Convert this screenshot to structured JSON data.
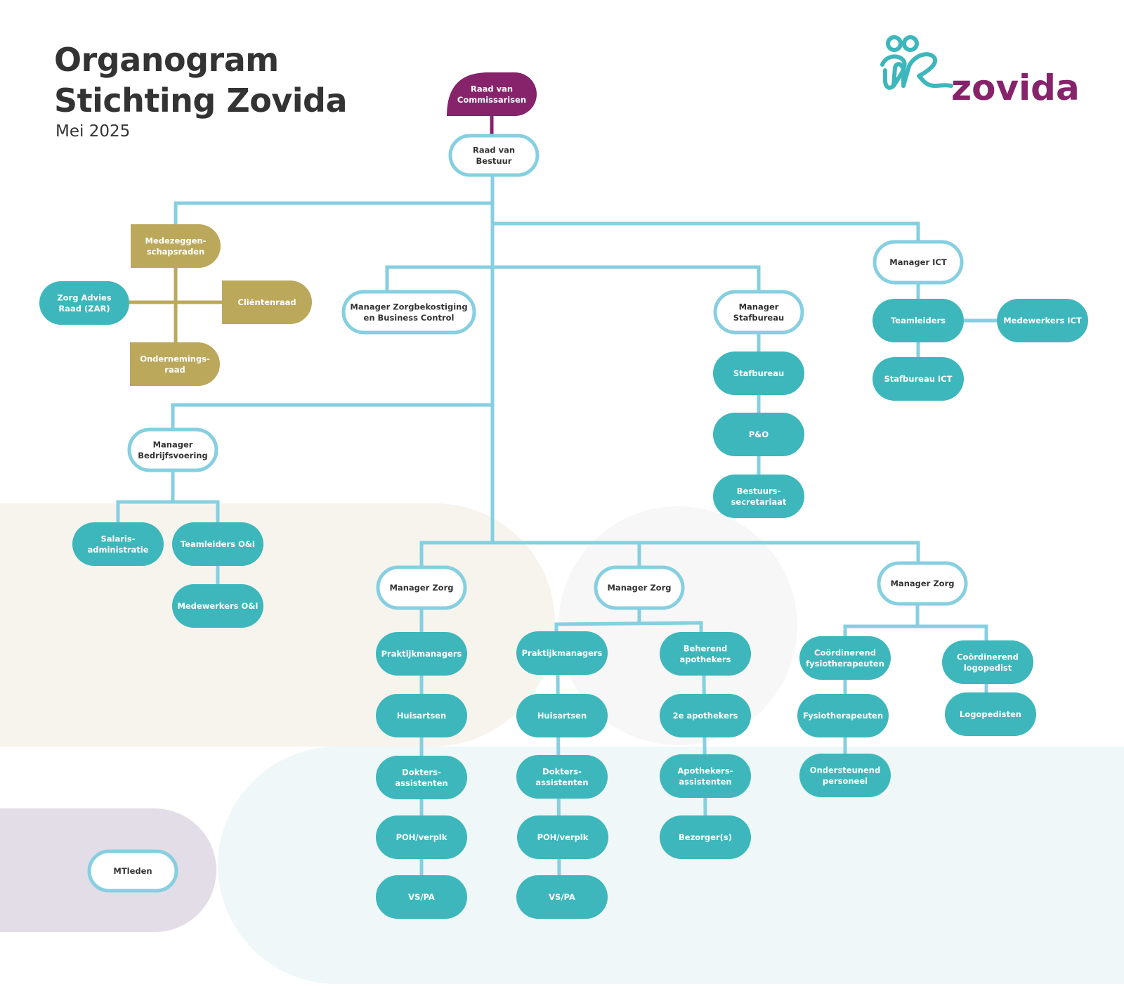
{
  "header": {
    "title_line1": "Organogram",
    "title_line2": "Stichting Zovida",
    "subtitle": "Mei 2025",
    "logo_text": "zovida",
    "logo_icon": "two-people-icon"
  },
  "colors": {
    "teal": "#3db7bc",
    "outline": "#86cfe1",
    "purple": "#86236b",
    "gold": "#bba85a",
    "text_dark": "#333333",
    "bg_beige": "#f7f4ee",
    "bg_grey": "#f7f7f7",
    "bg_blue": "#eff7f8",
    "bg_lilac": "#e2dde7"
  },
  "nodes": [
    {
      "id": "rvc",
      "label": [
        "Raad van",
        "Commissarisen"
      ],
      "style": "purple"
    },
    {
      "id": "rvb",
      "label": [
        "Raad van",
        "Bestuur"
      ],
      "style": "outline"
    },
    {
      "id": "mzr",
      "label": [
        "Medezeggen-",
        "schapsraden"
      ],
      "style": "gold"
    },
    {
      "id": "zar",
      "label": [
        "Zorg Advies",
        "Raad (ZAR)"
      ],
      "style": "teal"
    },
    {
      "id": "clr",
      "label": [
        "Cliëntenraad"
      ],
      "style": "gold"
    },
    {
      "id": "or",
      "label": [
        "Ondernemings-",
        "raad"
      ],
      "style": "gold"
    },
    {
      "id": "mzbc",
      "label": [
        "Manager Zorgbekostiging",
        "en Business Control"
      ],
      "style": "outline"
    },
    {
      "id": "mstaf",
      "label": [
        "Manager",
        "Stafbureau"
      ],
      "style": "outline"
    },
    {
      "id": "staf",
      "label": [
        "Stafbureau"
      ],
      "style": "teal"
    },
    {
      "id": "po",
      "label": [
        "P&O"
      ],
      "style": "teal"
    },
    {
      "id": "bsec",
      "label": [
        "Bestuurs-",
        "secretariaat"
      ],
      "style": "teal"
    },
    {
      "id": "mict",
      "label": [
        "Manager ICT"
      ],
      "style": "outline"
    },
    {
      "id": "tlict",
      "label": [
        "Teamleiders"
      ],
      "style": "teal"
    },
    {
      "id": "mwict",
      "label": [
        "Medewerkers ICT"
      ],
      "style": "teal"
    },
    {
      "id": "sbict",
      "label": [
        "Stafbureau ICT"
      ],
      "style": "teal"
    },
    {
      "id": "mbv",
      "label": [
        "Manager",
        "Bedrijfsvoering"
      ],
      "style": "outline"
    },
    {
      "id": "sal",
      "label": [
        "Salaris-",
        "administratie"
      ],
      "style": "teal"
    },
    {
      "id": "tloi",
      "label": [
        "Teamleiders O&I"
      ],
      "style": "teal"
    },
    {
      "id": "mwoi",
      "label": [
        "Medewerkers O&I"
      ],
      "style": "teal"
    },
    {
      "id": "mz1",
      "label": [
        "Manager Zorg"
      ],
      "style": "outline"
    },
    {
      "id": "pm1",
      "label": [
        "Praktijkmanagers"
      ],
      "style": "teal"
    },
    {
      "id": "ha1",
      "label": [
        "Huisartsen"
      ],
      "style": "teal"
    },
    {
      "id": "da1",
      "label": [
        "Dokters-",
        "assistenten"
      ],
      "style": "teal"
    },
    {
      "id": "poh1",
      "label": [
        "POH/verplk"
      ],
      "style": "teal"
    },
    {
      "id": "vs1",
      "label": [
        "VS/PA"
      ],
      "style": "teal"
    },
    {
      "id": "mz2",
      "label": [
        "Manager Zorg"
      ],
      "style": "outline"
    },
    {
      "id": "pm2",
      "label": [
        "Praktijkmanagers"
      ],
      "style": "teal"
    },
    {
      "id": "ha2",
      "label": [
        "Huisartsen"
      ],
      "style": "teal"
    },
    {
      "id": "da2",
      "label": [
        "Dokters-",
        "assistenten"
      ],
      "style": "teal"
    },
    {
      "id": "poh2",
      "label": [
        "POH/verplk"
      ],
      "style": "teal"
    },
    {
      "id": "vs2",
      "label": [
        "VS/PA"
      ],
      "style": "teal"
    },
    {
      "id": "bap",
      "label": [
        "Beherend",
        "apothekers"
      ],
      "style": "teal"
    },
    {
      "id": "ap2",
      "label": [
        "2e apothekers"
      ],
      "style": "teal"
    },
    {
      "id": "apa",
      "label": [
        "Apothekers-",
        "assistenten"
      ],
      "style": "teal"
    },
    {
      "id": "bez",
      "label": [
        "Bezorger(s)"
      ],
      "style": "teal"
    },
    {
      "id": "mz3",
      "label": [
        "Manager Zorg"
      ],
      "style": "outline"
    },
    {
      "id": "cfys",
      "label": [
        "Coördinerend",
        "fysiotherapeuten"
      ],
      "style": "teal"
    },
    {
      "id": "fys",
      "label": [
        "Fysiotherapeuten"
      ],
      "style": "teal"
    },
    {
      "id": "ond",
      "label": [
        "Ondersteunend",
        "personeel"
      ],
      "style": "teal"
    },
    {
      "id": "clog",
      "label": [
        "Coördinerend",
        "logopedist"
      ],
      "style": "teal"
    },
    {
      "id": "log",
      "label": [
        "Logopedisten"
      ],
      "style": "teal"
    },
    {
      "id": "mtl",
      "label": [
        "MTleden"
      ],
      "style": "outline-legend"
    }
  ],
  "edges": [
    [
      "rvc",
      "rvb"
    ],
    [
      "rvb",
      "mzr"
    ],
    [
      "rvb",
      "mzbc"
    ],
    [
      "rvb",
      "mstaf"
    ],
    [
      "rvb",
      "mict"
    ],
    [
      "rvb",
      "mbv"
    ],
    [
      "rvb",
      "mz1"
    ],
    [
      "rvb",
      "mz2"
    ],
    [
      "rvb",
      "mz3"
    ],
    [
      "mzr",
      "zar"
    ],
    [
      "mzr",
      "clr"
    ],
    [
      "mzr",
      "or"
    ],
    [
      "mstaf",
      "staf"
    ],
    [
      "staf",
      "po"
    ],
    [
      "po",
      "bsec"
    ],
    [
      "mict",
      "tlict"
    ],
    [
      "tlict",
      "mwict"
    ],
    [
      "tlict",
      "sbict"
    ],
    [
      "mbv",
      "sal"
    ],
    [
      "mbv",
      "tloi"
    ],
    [
      "tloi",
      "mwoi"
    ],
    [
      "mz1",
      "pm1"
    ],
    [
      "pm1",
      "ha1"
    ],
    [
      "ha1",
      "da1"
    ],
    [
      "da1",
      "poh1"
    ],
    [
      "poh1",
      "vs1"
    ],
    [
      "mz2",
      "pm2"
    ],
    [
      "pm2",
      "ha2"
    ],
    [
      "ha2",
      "da2"
    ],
    [
      "da2",
      "poh2"
    ],
    [
      "poh2",
      "vs2"
    ],
    [
      "mz2",
      "bap"
    ],
    [
      "bap",
      "ap2"
    ],
    [
      "ap2",
      "apa"
    ],
    [
      "apa",
      "bez"
    ],
    [
      "mz3",
      "cfys"
    ],
    [
      "cfys",
      "fys"
    ],
    [
      "fys",
      "ond"
    ],
    [
      "mz3",
      "clog"
    ],
    [
      "clog",
      "log"
    ]
  ]
}
